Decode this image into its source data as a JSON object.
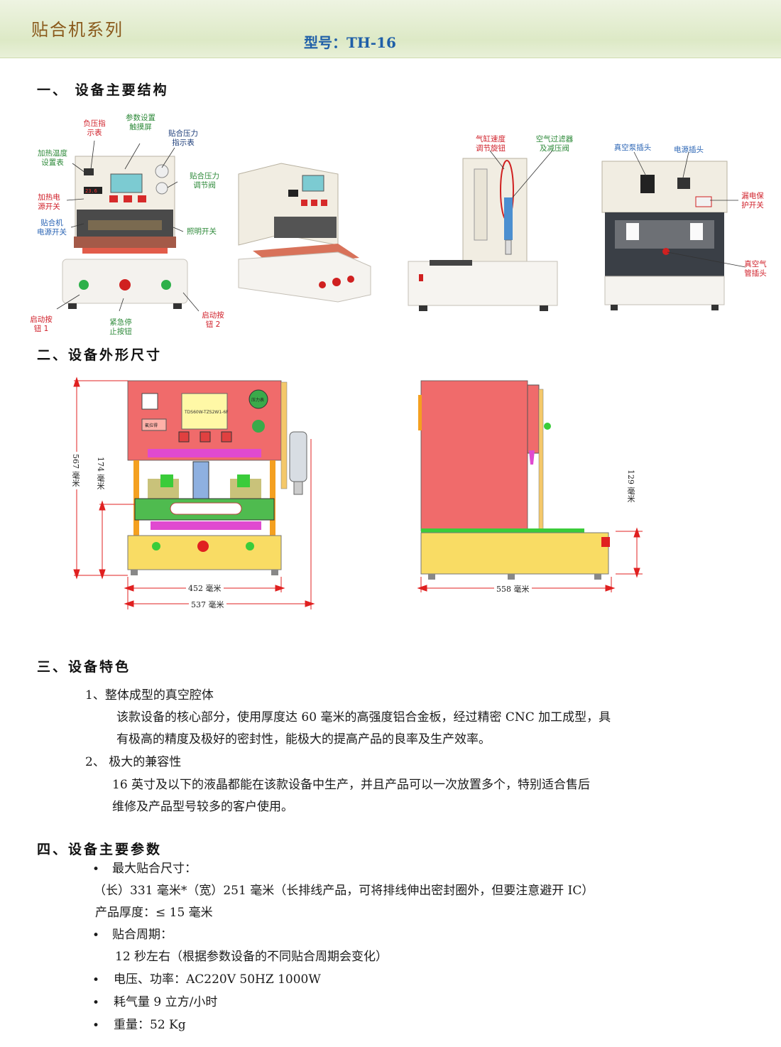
{
  "header": {
    "series": "贴合机系列",
    "model": "型号：TH-16"
  },
  "sections": {
    "s1": "一、 设备主要结构",
    "s2": "二、设备外形尺寸",
    "s3": "三、设备特色",
    "s4": "四、设备主要参数"
  },
  "callouts": {
    "front": {
      "vacuum_gauge": "负压指\n示表",
      "touch_screen": "参数设置\n触摸屏",
      "press_gauge": "贴合压力\n指示表",
      "heat_temp": "加热温度\n设置表",
      "press_valve": "贴合压力\n调节阀",
      "heat_power": "加热电\n源开关",
      "machine_power": "贴合机\n电源开关",
      "light_switch": "照明开关",
      "start1": "启动按\n钮 1",
      "estop": "紧急停\n止按钮",
      "start2": "启动按\n钮 2"
    },
    "side": {
      "cylinder_knob": "气缸速度\n调节旋钮",
      "air_filter": "空气过滤器\n及减压阀"
    },
    "back": {
      "vac_pump_plug": "真空泵插头",
      "power_plug": "电源插头",
      "leak_switch": "漏电保\n护开关",
      "vac_pipe_plug": "真空气\n管插头"
    }
  },
  "dimensions": {
    "front_height": "567 毫米",
    "front_upper": "174 毫米",
    "front_inner_width": "452 毫米",
    "front_width": "537 毫米",
    "side_depth": "558 毫米",
    "side_base_height": "129 毫米"
  },
  "drawing_text": {
    "screen": "TDS60W-TZS2W1-6F",
    "panel": "氟拉得",
    "gauge": "压力表"
  },
  "features": {
    "f1_title": "1、整体成型的真空腔体",
    "f1_line1": "该款设备的核心部分，使用厚度达 60 毫米的高强度铝合金板，经过精密 CNC 加工成型，具",
    "f1_line2": "有极高的精度及极好的密封性，能极大的提高产品的良率及生产效率。",
    "f2_title": "2、 极大的兼容性",
    "f2_line1": "16 英寸及以下的液晶都能在该款设备中生产，并且产品可以一次放置多个，特别适合售后",
    "f2_line2": "维修及产品型号较多的客户使用。"
  },
  "params": {
    "bullet": "•",
    "p1_title": "最大贴合尺寸：",
    "p1_line1": "（长）331 毫米*（宽）251 毫米（长排线产品，可将排线伸出密封圈外，但要注意避开 IC）",
    "p1_line2": "产品厚度：≤ 15 毫米",
    "p2_title": "贴合周期：",
    "p2_line1": "12 秒左右（根据参数设备的不同贴合周期会变化）",
    "p3": "电压、功率：AC220V 50HZ   1000W",
    "p4": "耗气量 9 立方/小时",
    "p5": "重量：52 Kg"
  }
}
